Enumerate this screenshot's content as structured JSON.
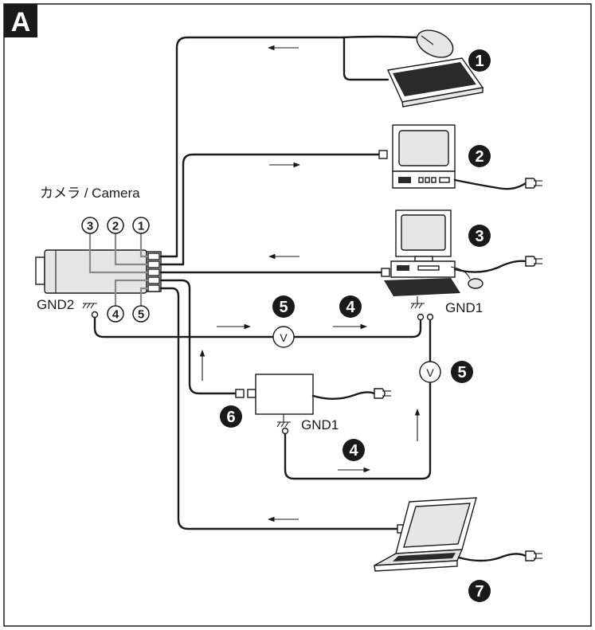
{
  "figure": {
    "badge": "A",
    "camera_label": "カメラ / Camera",
    "ground_labels": {
      "gnd2": "GND2",
      "gnd1_pc": "GND1",
      "gnd1_box": "GND1"
    },
    "port_numbers": [
      "1",
      "2",
      "3",
      "4",
      "5"
    ],
    "callouts": {
      "c1": "1",
      "c2": "2",
      "c3": "3",
      "c4_top": "4",
      "c4_bottom": "4",
      "c5_top": "5",
      "c5_right": "5",
      "c6": "6",
      "c7": "7"
    },
    "meter_symbol": "V"
  }
}
